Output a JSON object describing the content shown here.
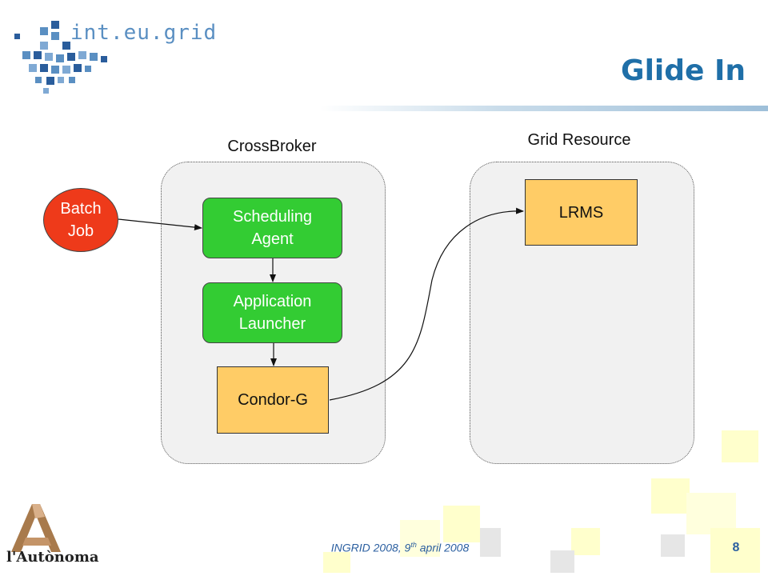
{
  "header": {
    "title": "Glide In",
    "logo_text": "int.eu.grid"
  },
  "groups": {
    "crossbroker": {
      "label": "CrossBroker"
    },
    "grid_resource": {
      "label": "Grid Resource"
    }
  },
  "nodes": {
    "batch_job": {
      "line1": "Batch",
      "line2": "Job"
    },
    "scheduling_agent": {
      "line1": "Scheduling",
      "line2": "Agent"
    },
    "application_launcher": {
      "line1": "Application",
      "line2": "Launcher"
    },
    "condor_g": {
      "label": "Condor-G"
    },
    "lrms": {
      "label": "LRMS"
    }
  },
  "footer": {
    "event": "INGRID 2008, 9",
    "superscript": "th",
    "date": " april 2008",
    "page_number": "8",
    "university": "l'Autònoma"
  },
  "colors": {
    "title": "#1f6fa8",
    "green_node": "#33cc33",
    "orange_node": "#ffcc66",
    "red_node": "#ee3a1a",
    "panel": "#f1f1f1",
    "deco_yellow": "#ffffcc",
    "deco_gray": "#e6e6e6"
  }
}
